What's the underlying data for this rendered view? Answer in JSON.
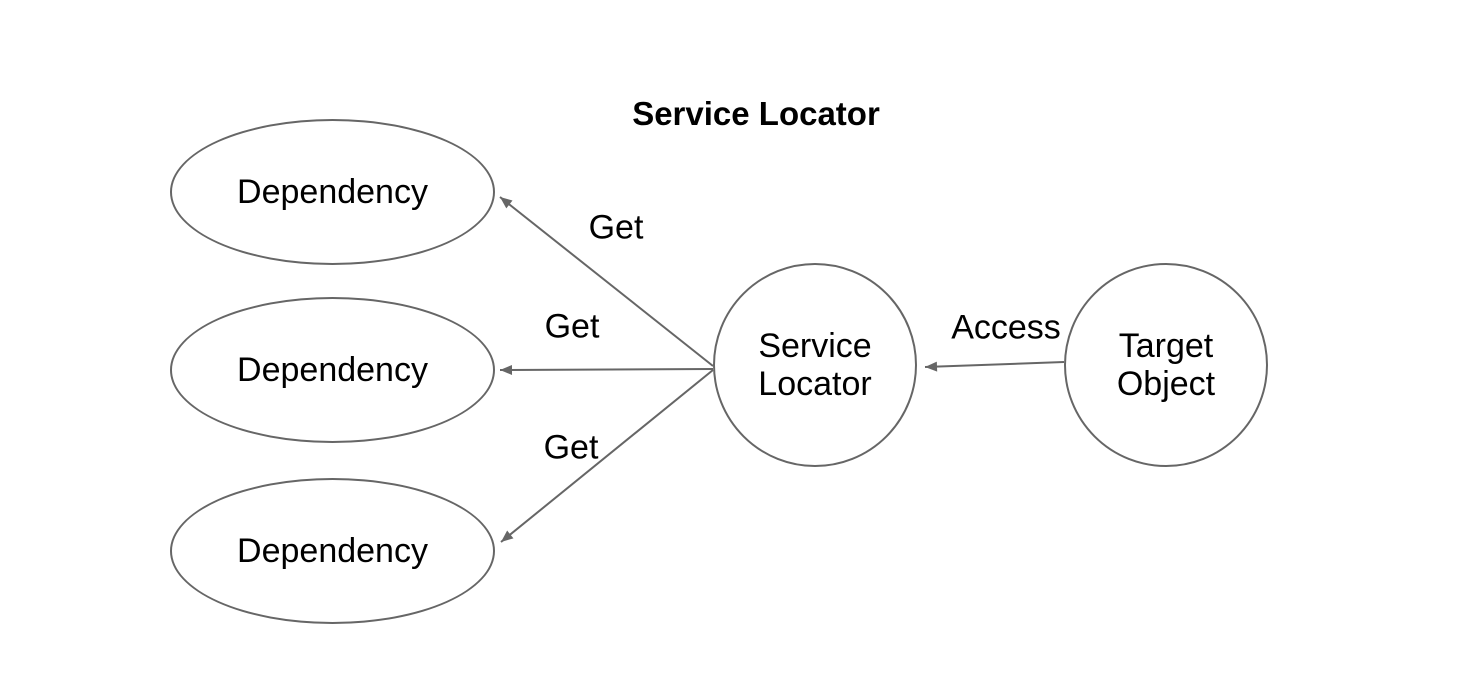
{
  "title": "Service Locator",
  "nodes": {
    "dependency1": {
      "label": "Dependency"
    },
    "dependency2": {
      "label": "Dependency"
    },
    "dependency3": {
      "label": "Dependency"
    },
    "service_locator": {
      "line1": "Service",
      "line2": "Locator"
    },
    "target_object": {
      "line1": "Target",
      "line2": "Object"
    }
  },
  "edges": {
    "get1": {
      "label": "Get"
    },
    "get2": {
      "label": "Get"
    },
    "get3": {
      "label": "Get"
    },
    "access": {
      "label": "Access"
    }
  },
  "colors": {
    "stroke": "#666666",
    "text": "#000000",
    "background": "#ffffff"
  }
}
